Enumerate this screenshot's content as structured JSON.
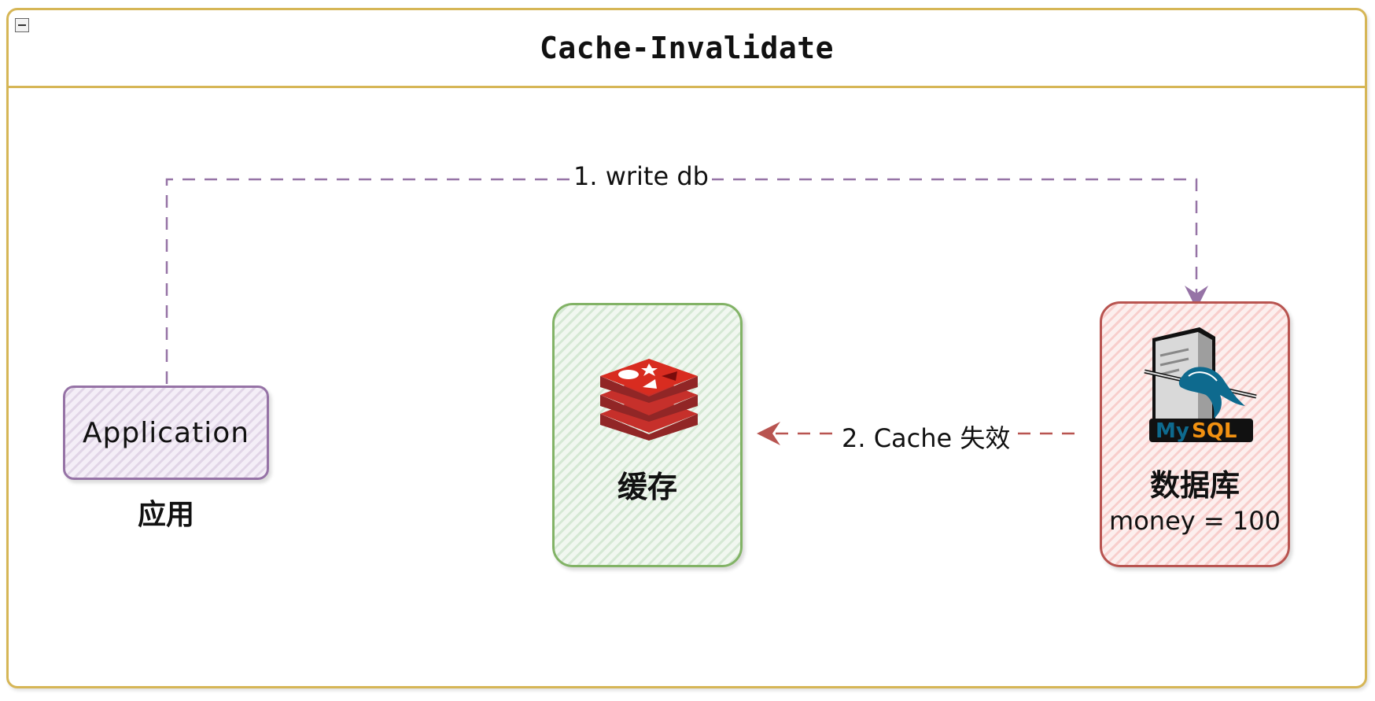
{
  "container": {
    "title": "Cache-Invalidate",
    "border_color": "#d6b656"
  },
  "nodes": {
    "application": {
      "label": "Application",
      "caption": "应用",
      "stroke": "#9673a6",
      "fill": "#e1d5e7"
    },
    "cache": {
      "label": "缓存",
      "icon": "redis-icon",
      "stroke": "#82b366",
      "fill": "#d5e8d4"
    },
    "database": {
      "label": "数据库",
      "value": "money = 100",
      "icon": "mysql-server-icon",
      "stroke": "#b85450",
      "fill": "#f8cecc"
    }
  },
  "edges": [
    {
      "label": "1. write db",
      "from": "application",
      "to": "database",
      "style": "dashed",
      "color": "#9673a6"
    },
    {
      "label": "2. Cache 失效",
      "from": "database",
      "to": "cache",
      "style": "dashed",
      "color": "#b85450"
    }
  ]
}
